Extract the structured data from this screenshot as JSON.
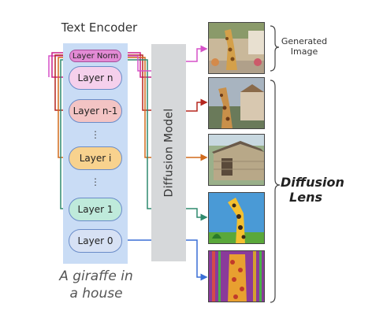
{
  "text_encoder": {
    "title": "Text Encoder",
    "layer_norm": "Layer Norm",
    "layers": [
      {
        "label": "Layer n",
        "color": "#f5d0ec"
      },
      {
        "label": "Layer n-1",
        "color": "#f3c4c4"
      },
      {
        "label": "Layer i",
        "color": "#f8d28e"
      },
      {
        "label": "Layer 1",
        "color": "#bfeadb"
      },
      {
        "label": "Layer 0",
        "color": "#d7e1f4"
      }
    ],
    "ellipsis": "⋮"
  },
  "diffusion_model": {
    "label": "Diffusion Model"
  },
  "prompt": {
    "line1": "A giraffe in",
    "line2": "a house"
  },
  "outputs": {
    "generated_label_line1": "Generated",
    "generated_label_line2": "Image",
    "lens_label_line1": "Diffusion",
    "lens_label_line2": "Lens"
  },
  "colors": {
    "layer_norm": "#d651c8",
    "layer_n": "#cc1f8a",
    "layer_n1": "#b5271f",
    "layer_i": "#d06a1c",
    "layer_1": "#2f8a6e",
    "layer_0": "#3a6fd6"
  }
}
